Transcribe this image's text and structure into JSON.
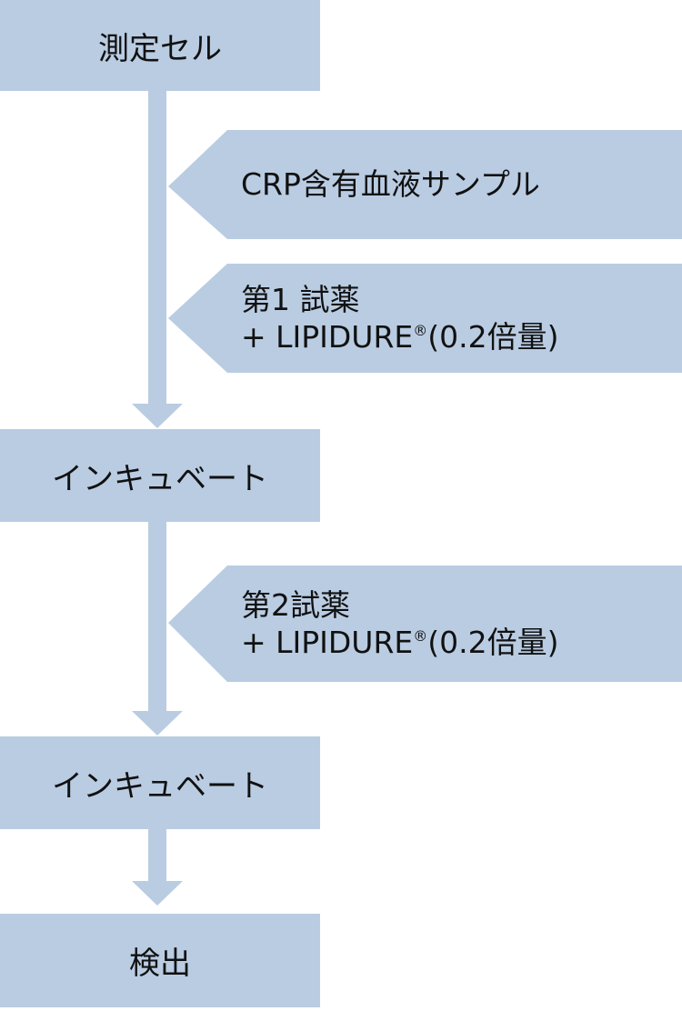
{
  "diagram": {
    "fill_color": "#b9cce2",
    "steps": [
      {
        "label": "測定セル"
      },
      {
        "label": "インキュベート"
      },
      {
        "label": "インキュベート"
      },
      {
        "label": "検出"
      }
    ],
    "inputs": [
      {
        "line1": "CRP含有血液サンプル",
        "line2": ""
      },
      {
        "line1": "第1 試薬",
        "line2_prefix": "+ LIPIDURE",
        "line2_mark": "®",
        "line2_suffix": "(0.2倍量)"
      },
      {
        "line1": "第2試薬",
        "line2_prefix": "+ LIPIDURE",
        "line2_mark": "®",
        "line2_suffix": "(0.2倍量)"
      }
    ]
  }
}
